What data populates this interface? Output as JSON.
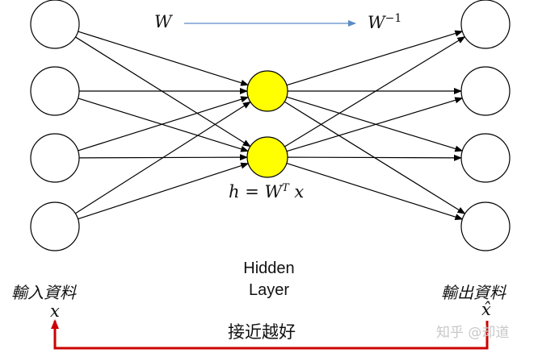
{
  "diagram": {
    "weight_label": "W",
    "inverse_weight_label": "W",
    "inverse_exponent": "−1",
    "hidden_formula": "h = W",
    "hidden_formula_sup": "T",
    "hidden_formula_end": "x",
    "hidden_layer_label_line1": "Hidden",
    "hidden_layer_label_line2": "Layer",
    "input_label": "輸入資料",
    "input_symbol": "x",
    "output_label": "輸出資料",
    "output_symbol": "x̂",
    "closeness_label": "接近越好",
    "watermark": "知乎 @却道",
    "input_nodes": 4,
    "hidden_nodes": 2,
    "output_nodes": 4,
    "colors": {
      "hidden_node": "#ffff00",
      "weight_arrow": "#5b8ac6",
      "feedback_arrow": "#cc0000",
      "watermark": "#c8c8c8"
    }
  }
}
